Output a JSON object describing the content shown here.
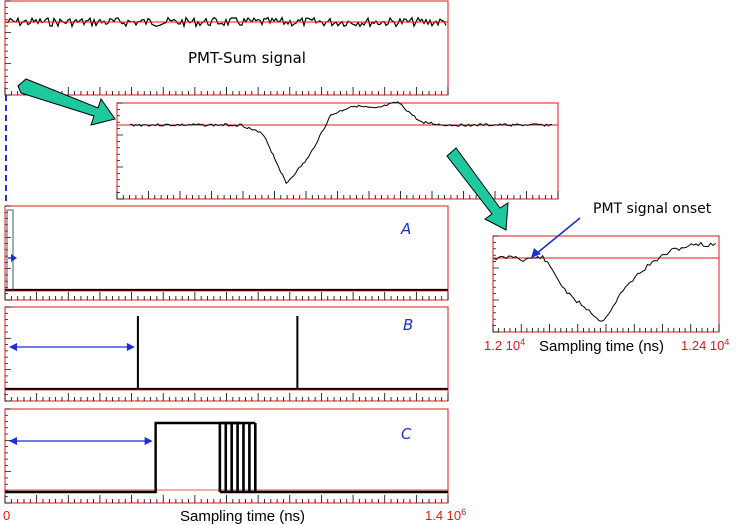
{
  "chart_data": [
    {
      "type": "line",
      "panel": "pmt_sum",
      "annotation": "PMT-Sum signal",
      "description_values": {
        "baseline_level": 0.0
      }
    },
    {
      "type": "line",
      "panel": "zoom",
      "series": [
        {
          "values": [
            0,
            0,
            0,
            0,
            0,
            0,
            -0.15,
            -0.9,
            -0.5,
            0.15,
            0.3,
            0.25,
            0.35,
            0.05,
            0,
            0,
            0,
            0,
            0,
            0
          ]
        }
      ]
    },
    {
      "type": "line",
      "panel": "onset",
      "x_start_label": "1.2 10",
      "x_start_exp": "4",
      "x_end_label": "1.24 10",
      "x_end_exp": "4",
      "xlabel": "Sampling time (ns)",
      "annotation": "PMT signal onset",
      "series": [
        {
          "values": [
            0,
            0,
            0.02,
            -0.02,
            0,
            0.01,
            -0.15,
            -0.35,
            -0.5,
            -0.58,
            -0.68,
            -0.8,
            -0.65,
            -0.45,
            -0.3,
            -0.18,
            -0.08,
            0.0,
            0.08,
            0.12,
            0.15,
            0.18,
            0.15,
            0.2
          ]
        }
      ]
    },
    {
      "type": "line",
      "panel": "A",
      "label": "A"
    },
    {
      "type": "line",
      "panel": "B",
      "label": "B",
      "pulses_fraction_of_range": [
        0.3,
        0.66
      ]
    },
    {
      "type": "line",
      "panel": "C",
      "label": "C",
      "gate_fraction_of_range": [
        0.34,
        0.55
      ],
      "burst_fraction_of_range": [
        0.485,
        0.565
      ]
    }
  ],
  "axes": {
    "x_min_label": "0",
    "x_max_label": "1.4 10",
    "x_max_exp": "6",
    "xlabel": "Sampling time (ns)"
  },
  "colors": {
    "frame": "#e01818",
    "trace": "#000000",
    "annotation_blue": "#1a2fd6",
    "arrow_teal": "#1fc9a0"
  }
}
